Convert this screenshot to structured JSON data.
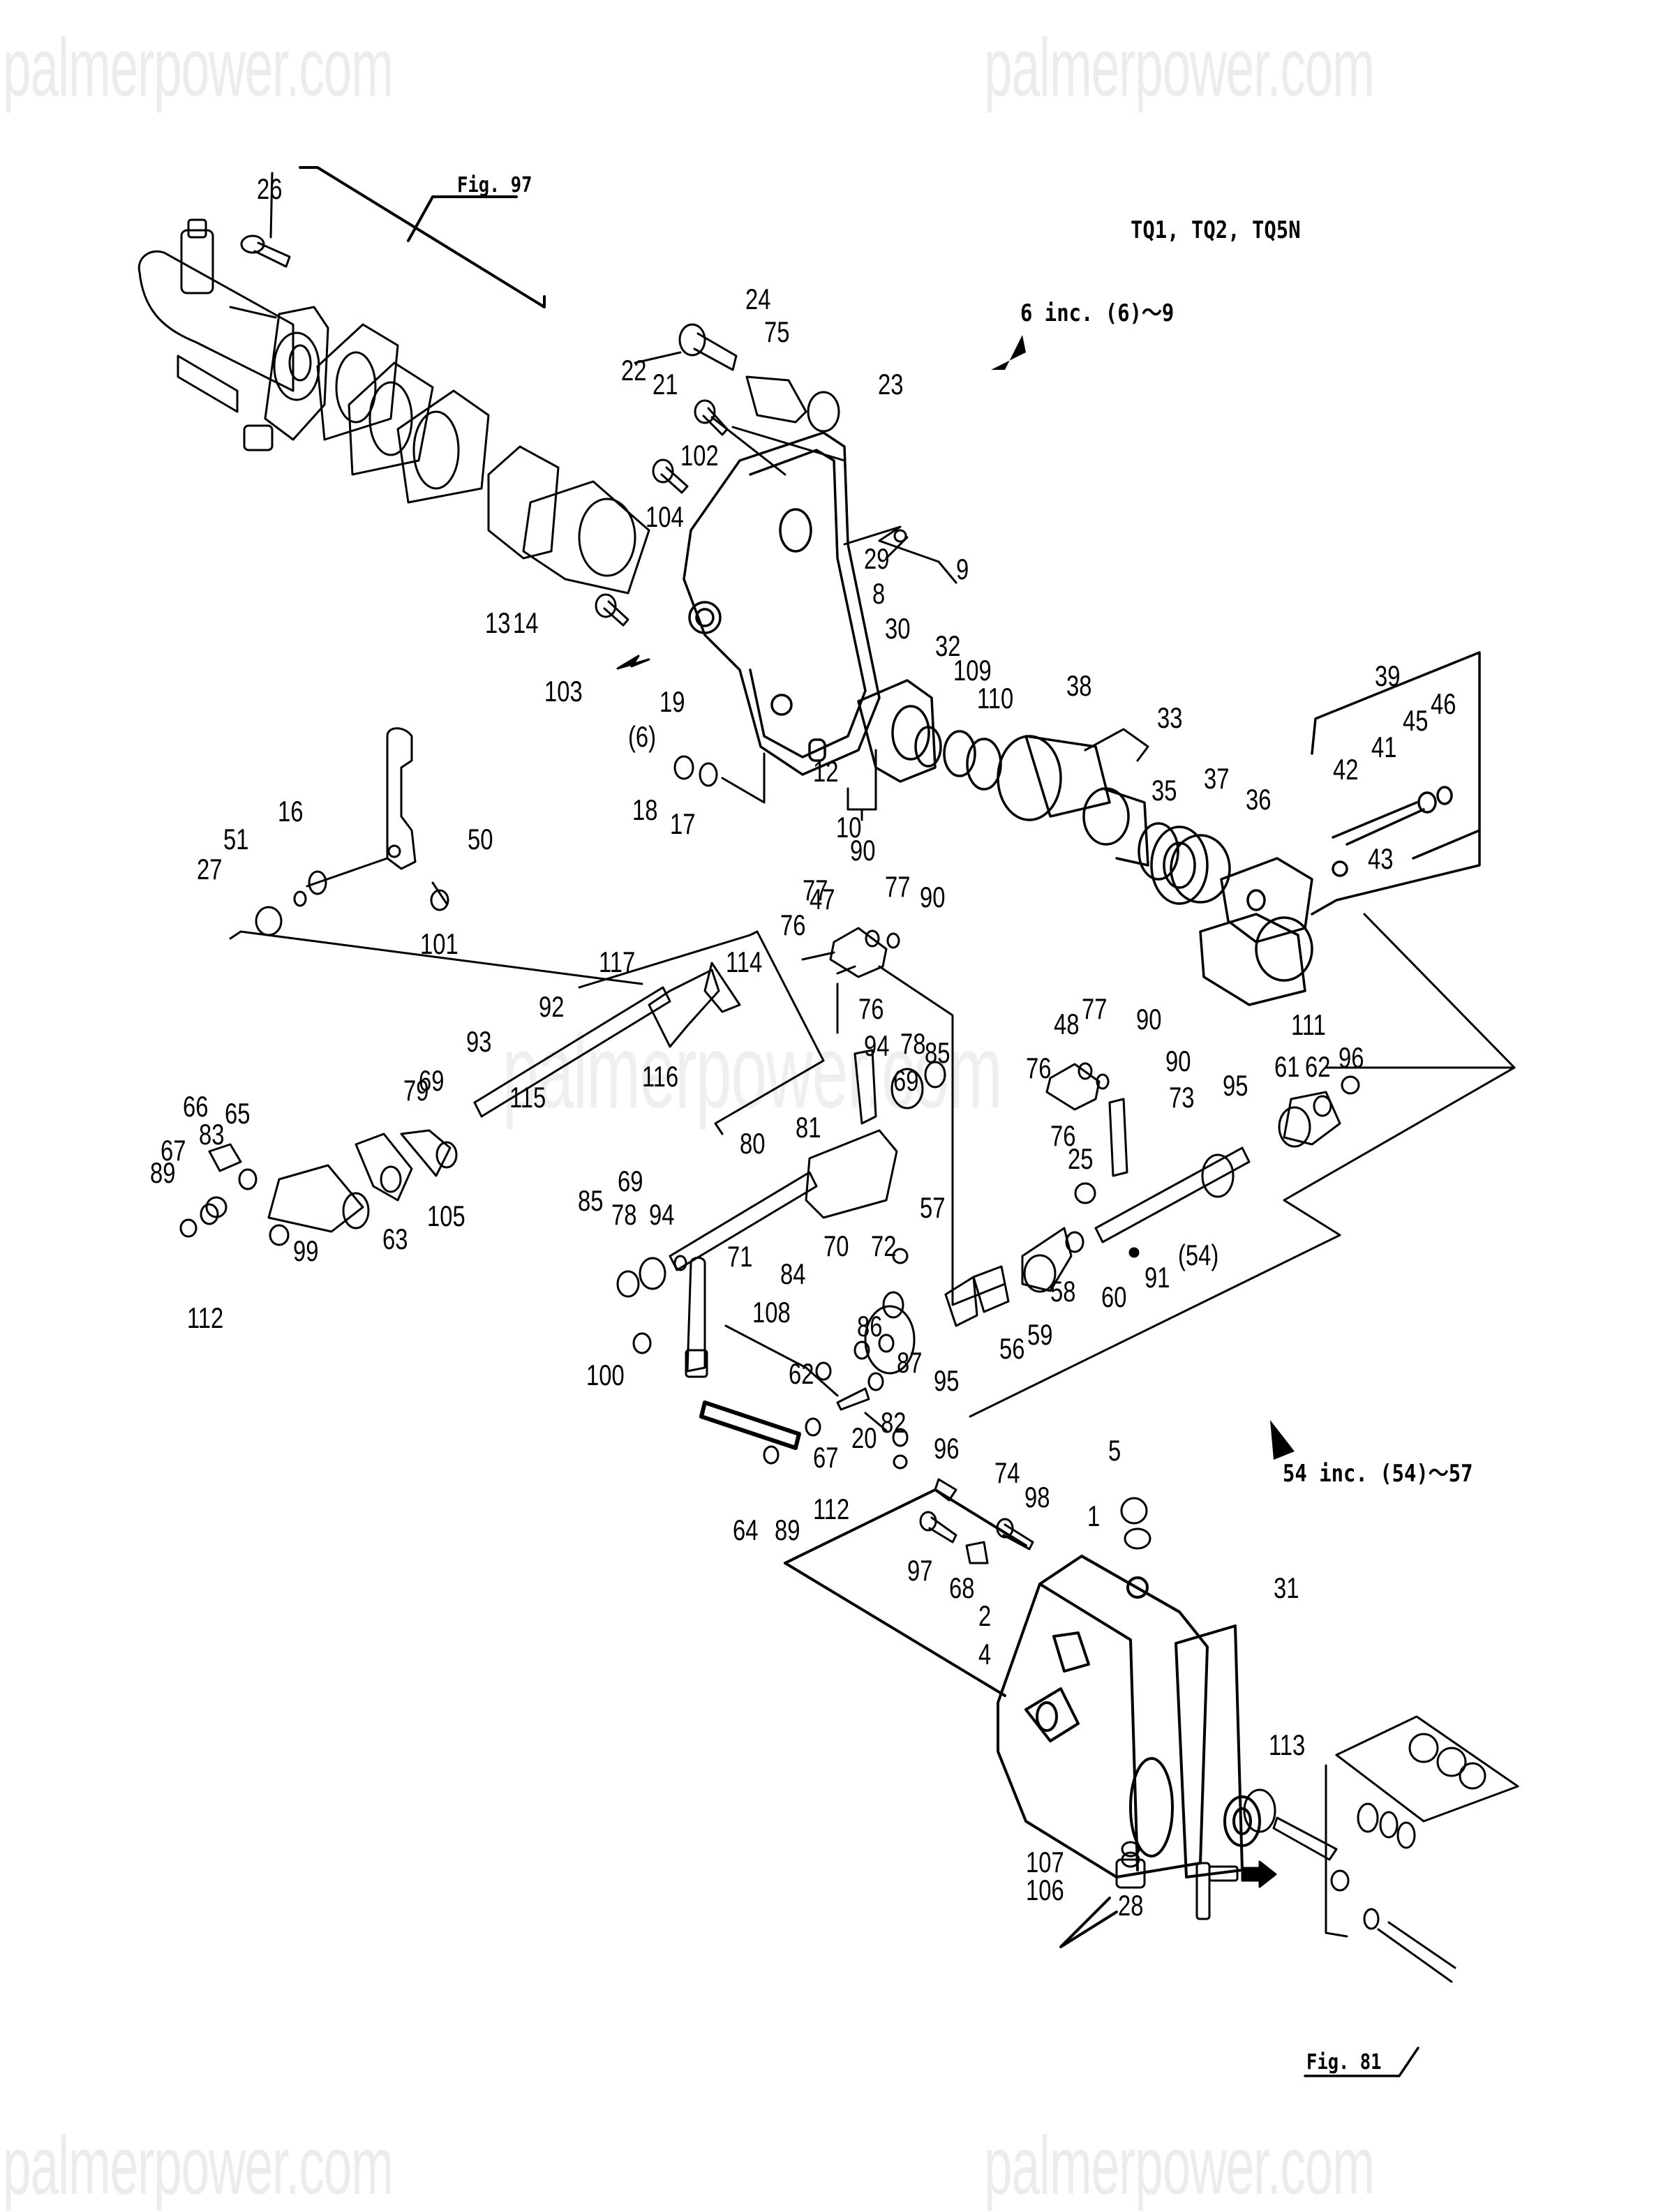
{
  "watermark": "palmerpower.com",
  "model_note": "TQ1, TQ2, TQ5N",
  "group_notes": {
    "group_6": "6 inc. (6)～9",
    "group_54": "54 inc. (54)～57"
  },
  "figure_refs": {
    "top_left": "Fig. 97",
    "bottom_right": "Fig. 81"
  },
  "parts": {
    "governor_cover_area": [
      "26",
      "13",
      "14",
      "22",
      "21",
      "24",
      "75",
      "23",
      "102",
      "104",
      "103",
      "19",
      "(6)",
      "18",
      "17",
      "12",
      "10",
      "8",
      "29",
      "9",
      "30",
      "32"
    ],
    "camshaft_area": [
      "109",
      "110",
      "38",
      "33",
      "35",
      "37",
      "36",
      "39",
      "42",
      "41",
      "45",
      "46",
      "43"
    ],
    "lever_area": [
      "50",
      "16",
      "51",
      "27",
      "101"
    ],
    "shaft_area": [
      "117",
      "114",
      "92",
      "93",
      "116",
      "115",
      "79",
      "69",
      "105",
      "65",
      "66",
      "83",
      "67",
      "89",
      "112",
      "99",
      "63"
    ],
    "link_area": [
      "90",
      "77",
      "47",
      "76",
      "94",
      "78",
      "85",
      "81",
      "80",
      "70",
      "69",
      "48",
      "73",
      "25",
      "95",
      "61",
      "62",
      "111",
      "96",
      "91",
      "(54)",
      "58",
      "60",
      "59",
      "56",
      "57",
      "72"
    ],
    "lower_area": [
      "71",
      "84",
      "108",
      "86",
      "87",
      "62",
      "95",
      "100",
      "82",
      "20",
      "67",
      "64",
      "89",
      "112",
      "96",
      "74",
      "98",
      "97",
      "68",
      "5",
      "1",
      "2",
      "4",
      "31",
      "113",
      "107",
      "106",
      "28"
    ]
  },
  "labels": [
    {
      "id": "26",
      "t": "26"
    },
    {
      "id": "fig97",
      "t": "Fig. 97"
    },
    {
      "id": "24",
      "t": "24"
    },
    {
      "id": "75",
      "t": "75"
    },
    {
      "id": "22",
      "t": "22"
    },
    {
      "id": "21",
      "t": "21"
    },
    {
      "id": "23",
      "t": "23"
    },
    {
      "id": "102",
      "t": "102"
    },
    {
      "id": "104",
      "t": "104"
    },
    {
      "id": "13",
      "t": "13"
    },
    {
      "id": "14",
      "t": "14"
    },
    {
      "id": "29",
      "t": "29"
    },
    {
      "id": "9",
      "t": "9"
    },
    {
      "id": "8",
      "t": "8"
    },
    {
      "id": "30",
      "t": "30"
    },
    {
      "id": "32",
      "t": "32"
    },
    {
      "id": "103",
      "t": "103"
    },
    {
      "id": "19",
      "t": "19"
    },
    {
      "id": "p6",
      "t": "(6)"
    },
    {
      "id": "109",
      "t": "109"
    },
    {
      "id": "110",
      "t": "110"
    },
    {
      "id": "38",
      "t": "38"
    },
    {
      "id": "33",
      "t": "33"
    },
    {
      "id": "12",
      "t": "12"
    },
    {
      "id": "18",
      "t": "18"
    },
    {
      "id": "17",
      "t": "17"
    },
    {
      "id": "10",
      "t": "10"
    },
    {
      "id": "35",
      "t": "35"
    },
    {
      "id": "37",
      "t": "37"
    },
    {
      "id": "36",
      "t": "36"
    },
    {
      "id": "39",
      "t": "39"
    },
    {
      "id": "42",
      "t": "42"
    },
    {
      "id": "41",
      "t": "41"
    },
    {
      "id": "45",
      "t": "45"
    },
    {
      "id": "46",
      "t": "46"
    },
    {
      "id": "43",
      "t": "43"
    },
    {
      "id": "50",
      "t": "50"
    },
    {
      "id": "16",
      "t": "16"
    },
    {
      "id": "51",
      "t": "51"
    },
    {
      "id": "27",
      "t": "27"
    },
    {
      "id": "101",
      "t": "101"
    },
    {
      "id": "90a",
      "t": "90"
    },
    {
      "id": "77a",
      "t": "77"
    },
    {
      "id": "47",
      "t": "47"
    },
    {
      "id": "77b",
      "t": "77"
    },
    {
      "id": "90b",
      "t": "90"
    },
    {
      "id": "76a",
      "t": "76"
    },
    {
      "id": "76b",
      "t": "76"
    },
    {
      "id": "117",
      "t": "117"
    },
    {
      "id": "114",
      "t": "114"
    },
    {
      "id": "92",
      "t": "92"
    },
    {
      "id": "93",
      "t": "93"
    },
    {
      "id": "116",
      "t": "116"
    },
    {
      "id": "115",
      "t": "115"
    },
    {
      "id": "94a",
      "t": "94"
    },
    {
      "id": "78a",
      "t": "78"
    },
    {
      "id": "85a",
      "t": "85"
    },
    {
      "id": "69a",
      "t": "69"
    },
    {
      "id": "81",
      "t": "81"
    },
    {
      "id": "48",
      "t": "48"
    },
    {
      "id": "77c",
      "t": "77"
    },
    {
      "id": "90c",
      "t": "90"
    },
    {
      "id": "90d",
      "t": "90"
    },
    {
      "id": "76c",
      "t": "76"
    },
    {
      "id": "73",
      "t": "73"
    },
    {
      "id": "76d",
      "t": "76"
    },
    {
      "id": "111",
      "t": "111"
    },
    {
      "id": "96a",
      "t": "96"
    },
    {
      "id": "95a",
      "t": "95"
    },
    {
      "id": "61",
      "t": "61"
    },
    {
      "id": "62a",
      "t": "62"
    },
    {
      "id": "66",
      "t": "66"
    },
    {
      "id": "65",
      "t": "65"
    },
    {
      "id": "79",
      "t": "79"
    },
    {
      "id": "69b",
      "t": "69"
    },
    {
      "id": "83",
      "t": "83"
    },
    {
      "id": "67a",
      "t": "67"
    },
    {
      "id": "89a",
      "t": "89"
    },
    {
      "id": "105",
      "t": "105"
    },
    {
      "id": "99",
      "t": "99"
    },
    {
      "id": "63",
      "t": "63"
    },
    {
      "id": "112a",
      "t": "112"
    },
    {
      "id": "80",
      "t": "80"
    },
    {
      "id": "85b",
      "t": "85"
    },
    {
      "id": "69c",
      "t": "69"
    },
    {
      "id": "78b",
      "t": "78"
    },
    {
      "id": "94b",
      "t": "94"
    },
    {
      "id": "70",
      "t": "70"
    },
    {
      "id": "25",
      "t": "25"
    },
    {
      "id": "57",
      "t": "57"
    },
    {
      "id": "72",
      "t": "72"
    },
    {
      "id": "91",
      "t": "91"
    },
    {
      "id": "p54",
      "t": "(54)"
    },
    {
      "id": "58",
      "t": "58"
    },
    {
      "id": "60",
      "t": "60"
    },
    {
      "id": "59",
      "t": "59"
    },
    {
      "id": "56",
      "t": "56"
    },
    {
      "id": "71",
      "t": "71"
    },
    {
      "id": "84",
      "t": "84"
    },
    {
      "id": "108",
      "t": "108"
    },
    {
      "id": "86",
      "t": "86"
    },
    {
      "id": "87",
      "t": "87"
    },
    {
      "id": "62b",
      "t": "62"
    },
    {
      "id": "95b",
      "t": "95"
    },
    {
      "id": "100",
      "t": "100"
    },
    {
      "id": "82",
      "t": "82"
    },
    {
      "id": "20",
      "t": "20"
    },
    {
      "id": "67b",
      "t": "67"
    },
    {
      "id": "96b",
      "t": "96"
    },
    {
      "id": "64",
      "t": "64"
    },
    {
      "id": "89b",
      "t": "89"
    },
    {
      "id": "112b",
      "t": "112"
    },
    {
      "id": "74",
      "t": "74"
    },
    {
      "id": "98",
      "t": "98"
    },
    {
      "id": "5",
      "t": "5"
    },
    {
      "id": "1",
      "t": "1"
    },
    {
      "id": "97",
      "t": "97"
    },
    {
      "id": "68",
      "t": "68"
    },
    {
      "id": "2",
      "t": "2"
    },
    {
      "id": "4",
      "t": "4"
    },
    {
      "id": "31",
      "t": "31"
    },
    {
      "id": "113",
      "t": "113"
    },
    {
      "id": "107",
      "t": "107"
    },
    {
      "id": "106",
      "t": "106"
    },
    {
      "id": "28",
      "t": "28"
    },
    {
      "id": "fig81",
      "t": "Fig. 81"
    }
  ]
}
